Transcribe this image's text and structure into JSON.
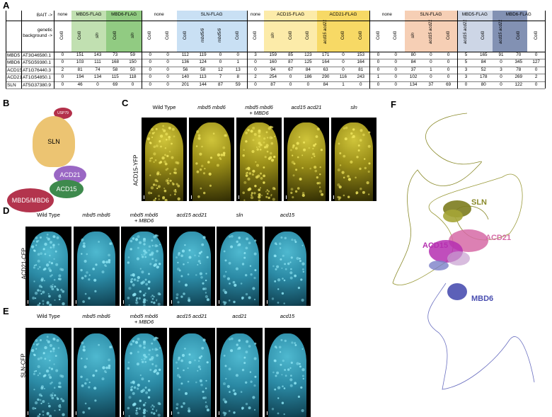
{
  "panels": {
    "a": "A",
    "b": "B",
    "c": "C",
    "d": "D",
    "e": "E",
    "f": "F"
  },
  "table": {
    "bait_label": "BAIT ->",
    "background_label": "genetic background ->",
    "bait_groups_1": [
      "none",
      "MBD5-FLAG",
      "MBD6-FLAG"
    ],
    "bait_groups_2": [
      "none",
      "SLN-FLAG"
    ],
    "bait_groups_3": [
      "none",
      "ACD15-FLAG",
      "ACD21-FLAG"
    ],
    "bait_groups_4": [
      "none",
      "SLN-FLAG",
      "MBD5-FLAG",
      "MBD6-FLAG"
    ],
    "columns": [
      "Col0",
      "Col0",
      "sln",
      "Col0",
      "sln",
      "Col0",
      "Col0",
      "Col0",
      "mbd5/6",
      "mbd5/6",
      "Col0",
      "Col0",
      "acd15 acd21",
      "sln",
      "Col0",
      "acd15 acd21",
      "sln",
      "Col0",
      "Col0",
      "sln",
      "acd21",
      "acd15 acd21",
      "Col0",
      "acd15 acd21",
      "Col0",
      "acd15 acd21"
    ],
    "rows": [
      {
        "name": "MBD5",
        "gene": "AT3G46580.1",
        "values": [
          "0",
          "151",
          "143",
          "73",
          "59",
          "0",
          "0",
          "112",
          "119",
          "0",
          "0",
          "3",
          "159",
          "85",
          "123",
          "171",
          "0",
          "153",
          "0",
          "0",
          "80",
          "0",
          "0",
          "5",
          "165",
          "91",
          "70",
          "0"
        ]
      },
      {
        "name": "MBD6",
        "gene": "AT5G59380.1",
        "values": [
          "0",
          "103",
          "111",
          "168",
          "150",
          "0",
          "0",
          "136",
          "124",
          "0",
          "1",
          "0",
          "160",
          "87",
          "125",
          "164",
          "0",
          "164",
          "0",
          "0",
          "84",
          "0",
          "0",
          "5",
          "84",
          "0",
          "345",
          "127"
        ]
      },
      {
        "name": "ACD15",
        "gene": "AT1G76440.3",
        "values": [
          "2",
          "81",
          "74",
          "58",
          "50",
          "0",
          "0",
          "56",
          "58",
          "12",
          "13",
          "0",
          "94",
          "67",
          "84",
          "63",
          "0",
          "81",
          "0",
          "0",
          "37",
          "1",
          "0",
          "3",
          "52",
          "3",
          "78",
          "0"
        ]
      },
      {
        "name": "ACD21",
        "gene": "AT1G54850.1",
        "values": [
          "0",
          "194",
          "134",
          "115",
          "118",
          "0",
          "0",
          "140",
          "113",
          "7",
          "8",
          "2",
          "254",
          "0",
          "186",
          "290",
          "116",
          "243",
          "1",
          "0",
          "102",
          "0",
          "0",
          "3",
          "178",
          "0",
          "269",
          "2"
        ]
      },
      {
        "name": "SLN",
        "gene": "AT5G37380.9",
        "values": [
          "0",
          "46",
          "0",
          "69",
          "0",
          "0",
          "0",
          "201",
          "144",
          "87",
          "59",
          "0",
          "87",
          "0",
          "0",
          "84",
          "1",
          "0",
          "0",
          "0",
          "134",
          "37",
          "69",
          "0",
          "80",
          "0",
          "122",
          "0"
        ]
      }
    ]
  },
  "cartoon": {
    "usp": "USP79",
    "sln": "SLN",
    "acd21": "ACD21",
    "acd15": "ACD15",
    "mbd": "MBD5/MBD6"
  },
  "panel_c": {
    "side": "ACD15-YFP",
    "titles": [
      "Wild Type",
      "mbd5 mbd6",
      "mbd5 mbd6\n+ MBD6",
      "acd15 acd21",
      "sln"
    ]
  },
  "panel_d": {
    "side": "ACD21-CFP",
    "titles": [
      "Wild Type",
      "mbd5 mbd6",
      "mbd5 mbd6\n+ MBD6",
      "acd15 acd21",
      "sln",
      "acd15"
    ]
  },
  "panel_e": {
    "side": "SLN-CFP",
    "titles": [
      "Wild Type",
      "mbd5 mbd6",
      "mbd5 mbd6\n+ MBD6",
      "acd15 acd21",
      "acd21",
      "acd15"
    ]
  },
  "structure": {
    "sln": "SLN",
    "acd21": "ACD21",
    "acd15": "ACD15",
    "mbd6": "MBD6"
  },
  "colors": {
    "mbd5": "#b6dba3",
    "mbd6": "#7ec26c",
    "sln": "#c0dbf2",
    "acd15": "#fbe79a",
    "acd21": "#f6d24a",
    "sln2": "#f4c7a8",
    "mbd5b": "#c4cfe2",
    "mbd6b": "#6c7ea6",
    "yfp": "#d8cc3a",
    "cfp": "#3fb3cf",
    "cart_usp": "#b3304a",
    "cart_sln": "#ecc472",
    "cart_acd21": "#9a67c4",
    "cart_acd15": "#3e8a4d",
    "cart_mbd": "#b3344d",
    "f_sln": "#8a8a2a",
    "f_acd21": "#d66aa6",
    "f_acd15": "#b52fb0",
    "f_mbd6": "#4a4fb0"
  }
}
